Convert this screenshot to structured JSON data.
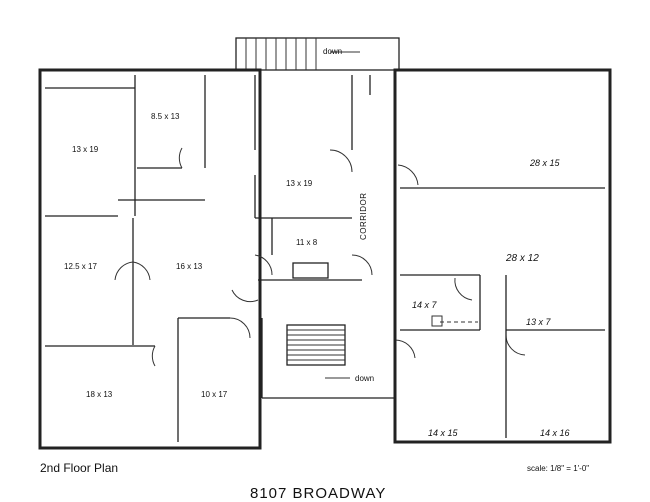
{
  "title": "2nd Floor Plan",
  "address": "8107 BROADWAY",
  "scale": "scale: 1/8\" = 1'-0\"",
  "corridor": "CORRIDOR",
  "stairs": {
    "top": "down",
    "bottom": "down"
  },
  "rooms": {
    "r1": "13 x 19",
    "r2": "8.5 x 13",
    "r3": "13 x 19",
    "r4": "12.5 x 17",
    "r5": "16 x 13",
    "r6": "11 x 8",
    "r7": "18 x 13",
    "r8": "10 x 17",
    "r9": "28 x 15",
    "r10": "28 x 12",
    "r11": "14 x 7",
    "r12": "13 x 7",
    "r13": "14 x 15",
    "r14": "14 x 16"
  }
}
